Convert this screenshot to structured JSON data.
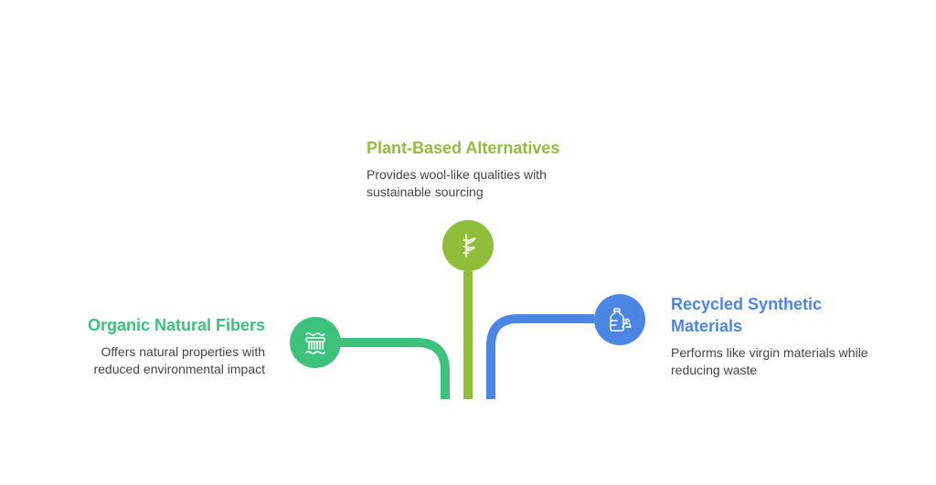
{
  "colors": {
    "organic": "#3cc27a",
    "plant": "#8fbe3b",
    "recycled": "#4a86e2"
  },
  "nodes": {
    "plant": {
      "title": "Plant-Based Alternatives",
      "description_line1": "Provides wool-like qualities with",
      "description_line2": "sustainable sourcing",
      "icon": "bamboo-icon"
    },
    "organic": {
      "title": "Organic Natural Fibers",
      "description_line1": "Offers natural properties with",
      "description_line2": "reduced environmental impact",
      "icon": "fiber-brush-icon"
    },
    "recycled": {
      "title_line1": "Recycled Synthetic",
      "title_line2": "Materials",
      "description_line1": "Performs like virgin materials while",
      "description_line2": "reducing waste",
      "icon": "recycled-bottle-icon"
    }
  }
}
